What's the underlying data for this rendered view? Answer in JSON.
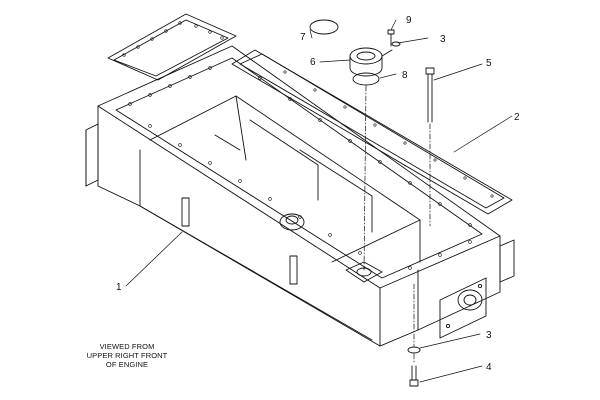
{
  "callouts": {
    "c1": "1",
    "c2": "2",
    "c3_top": "3",
    "c3_bottom": "3",
    "c4": "4",
    "c5": "5",
    "c6": "6",
    "c7": "7",
    "c8": "8",
    "c9": "9"
  },
  "view_note": {
    "line1": "VIEWED FROM",
    "line2": "UPPER RIGHT FRONT",
    "line3": "OF ENGINE"
  }
}
